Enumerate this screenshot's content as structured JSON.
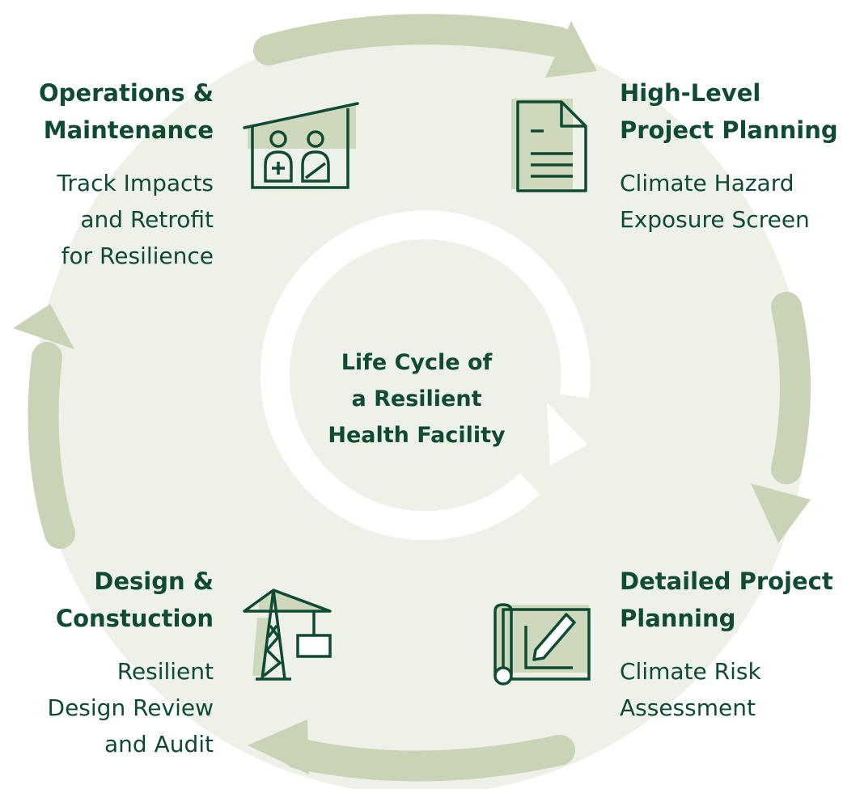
{
  "center": {
    "line1": "Life Cycle of",
    "line2": "a Resilient",
    "line3": "Health Facility"
  },
  "stages": {
    "ops": {
      "title1": "Operations &",
      "title2": "Maintenance",
      "desc1": "Track Impacts",
      "desc2": "and Retrofit",
      "desc3": "for Resilience",
      "icon": "health-workers-building-icon"
    },
    "high": {
      "title1": "High-Level",
      "title2": "Project Planning",
      "desc1": "Climate Hazard",
      "desc2": "Exposure Screen",
      "icon": "document-icon"
    },
    "detailed": {
      "title1": "Detailed Project",
      "title2": "Planning",
      "desc1": "Climate Risk",
      "desc2": "Assessment",
      "icon": "blueprint-pencil-icon"
    },
    "design": {
      "title1": "Design &",
      "title2": "Constuction",
      "desc1": "Resilient",
      "desc2": "Design Review",
      "desc3": "and Audit",
      "icon": "construction-crane-icon"
    }
  },
  "colors": {
    "dark_green": "#0f4a33",
    "circle_fill": "#eef1e7",
    "arrow_green": "#c8d4b5",
    "icon_fill": "#cdd8bc"
  }
}
